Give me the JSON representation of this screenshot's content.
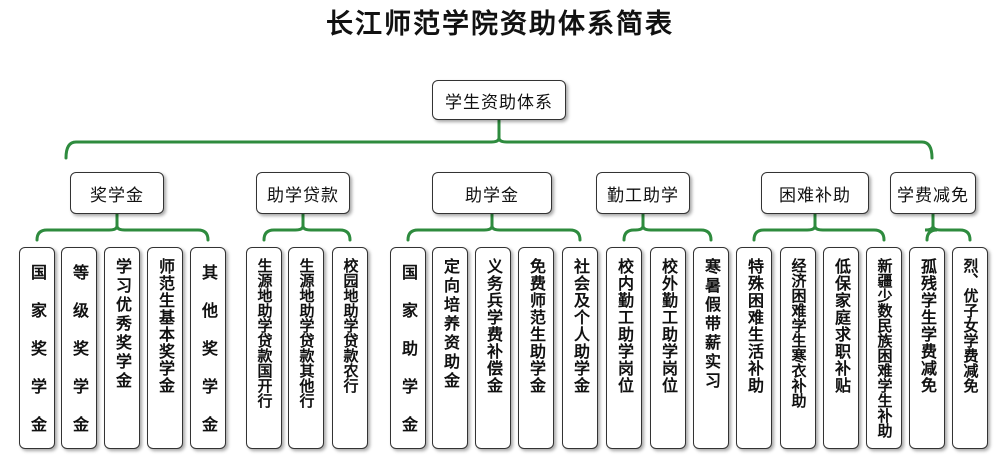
{
  "title": "长江师范学院资助体系简表",
  "colors": {
    "connector": "#2e8b3e",
    "border": "#333333"
  },
  "root": {
    "label": "学生资助体系"
  },
  "categories": [
    {
      "label": "奖学金",
      "items": [
        "国家奖学金",
        "等级奖学金",
        "学习优秀奖学金",
        "师范生基本奖学金",
        "其他奖学金"
      ]
    },
    {
      "label": "助学贷款",
      "items": [
        "生源地助学贷款国开行",
        "生源地助学贷款其他行",
        "校园地助学贷款农行"
      ]
    },
    {
      "label": "助学金",
      "items": [
        "国家助学金",
        "定向培养资助金",
        "义务兵学费补偿金",
        "免费师范生助学金",
        "社会及个人助学金"
      ]
    },
    {
      "label": "勤工助学",
      "items": [
        "校内勤工助学岗位",
        "校外勤工助学岗位",
        "寒暑假带薪实习"
      ]
    },
    {
      "label": "困难补助",
      "items": [
        "特殊困难生活补助",
        "经济困难学生寒衣补助",
        "低保家庭求职补贴",
        "新疆少数民族困难学生补助"
      ]
    },
    {
      "label": "学费减免",
      "items": [
        "孤残学生学费减免",
        "烈、优子女学费减免"
      ]
    }
  ]
}
